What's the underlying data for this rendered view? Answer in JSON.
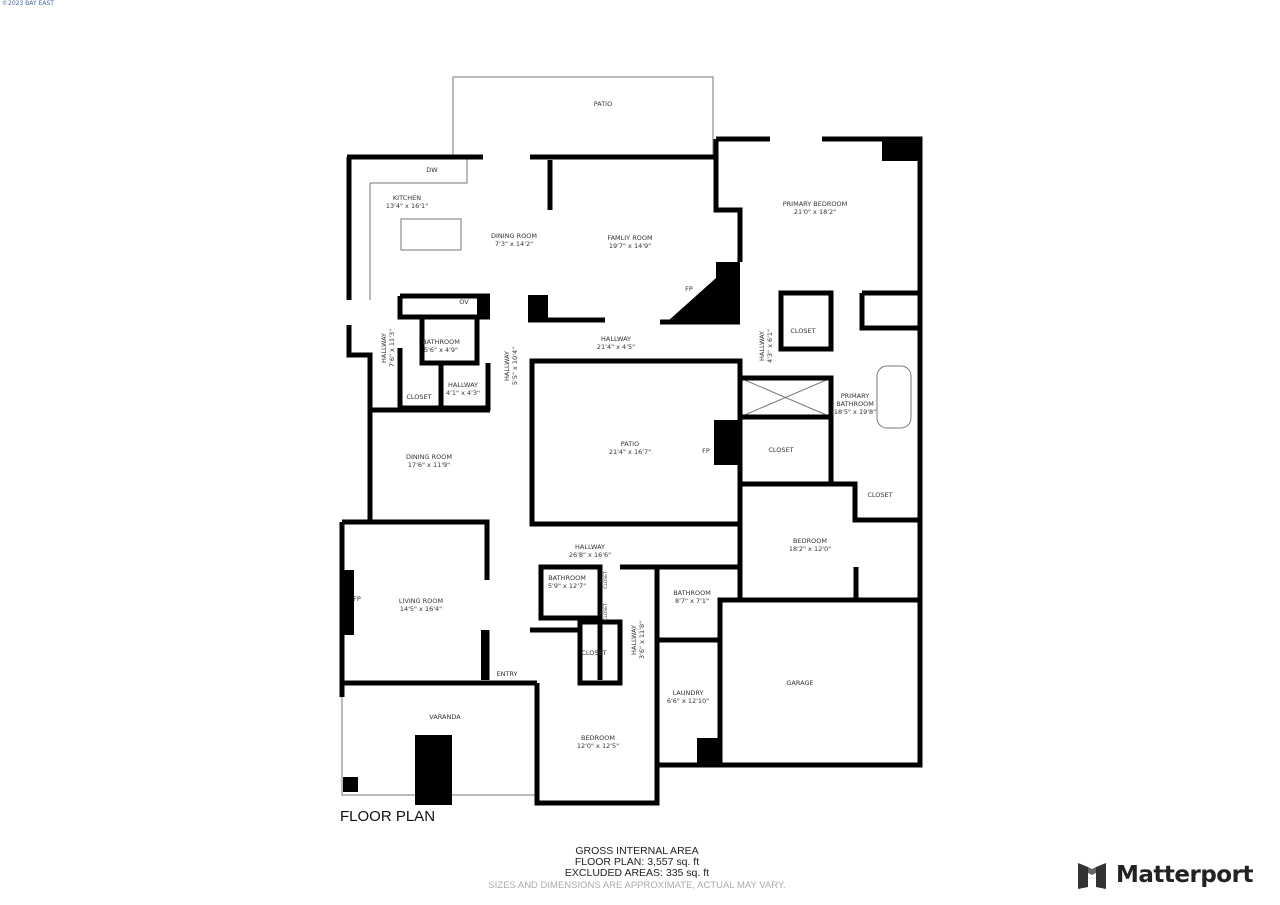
{
  "watermark": {
    "logo_text": "©2023 BAY EAST"
  },
  "title": "FLOOR PLAN",
  "area": {
    "heading": "GROSS INTERNAL AREA",
    "floor_plan": "FLOOR PLAN: 3,557 sq. ft",
    "excluded": "EXCLUDED AREAS: 335  sq. ft",
    "note": "SIZES AND DIMENSIONS ARE APPROXIMATE, ACTUAL MAY VARY."
  },
  "brand": {
    "name": "Matterport",
    "icon": "matterport-logo-icon"
  },
  "rooms": [
    {
      "name": "PATIO",
      "dims": ""
    },
    {
      "name": "KITCHEN",
      "dims": "13'4\" x 16'1\""
    },
    {
      "name": "DINING ROOM",
      "dims": "7'3\" x 14'2\""
    },
    {
      "name": "FAMLIY ROOM",
      "dims": "19'7\" x 14'9\""
    },
    {
      "name": "PRIMARY BEDROOM",
      "dims": "21'0\" x 18'2\""
    },
    {
      "name": "HALLWAY",
      "dims": "21'4\" x 4'5\""
    },
    {
      "name": "HALLWAY",
      "dims": "7'6\" x 11'3\""
    },
    {
      "name": "BATHROOM",
      "dims": "5'6\" x 4'9\""
    },
    {
      "name": "CLOSET",
      "dims": ""
    },
    {
      "name": "HALLWAY",
      "dims": "4'1\" x 4'3\""
    },
    {
      "name": "HALLWAY",
      "dims": "5'5\" x 10'4\""
    },
    {
      "name": "HALLWAY",
      "dims": "4'3\" x 6'1\""
    },
    {
      "name": "CLOSET",
      "dims": ""
    },
    {
      "name": "PRIMARY BATHROOM",
      "dims": "18'5\" x 19'8\""
    },
    {
      "name": "PATIO",
      "dims": "21'4\" x 16'7\""
    },
    {
      "name": "CLOSET",
      "dims": ""
    },
    {
      "name": "CLOSET",
      "dims": ""
    },
    {
      "name": "DINING ROOM",
      "dims": "17'6\" x 11'9\""
    },
    {
      "name": "BEDROOM",
      "dims": "18'2\" x 12'0\""
    },
    {
      "name": "HALLWAY",
      "dims": "26'8\" x 16'6\""
    },
    {
      "name": "BATHROOM",
      "dims": "5'9\" x 12'7\""
    },
    {
      "name": "BATHROOM",
      "dims": "8'7\" x 7'1\""
    },
    {
      "name": "LIVING ROOM",
      "dims": "14'5\" x 16'4\""
    },
    {
      "name": "CLOSET",
      "dims": ""
    },
    {
      "name": "HALLWAY",
      "dims": "3'6\" x 11'8\""
    },
    {
      "name": "GARAGE",
      "dims": ""
    },
    {
      "name": "LAUNDRY",
      "dims": "6'6\" x 12'10\""
    },
    {
      "name": "VARANDA",
      "dims": ""
    },
    {
      "name": "BEDROOM",
      "dims": "12'0\" x 12'5\""
    },
    {
      "name": "ENTRY",
      "dims": ""
    }
  ],
  "fixtures": [
    "DW",
    "OV",
    "FP",
    "FP",
    "FP",
    "CLOSET",
    "CLOSET"
  ]
}
